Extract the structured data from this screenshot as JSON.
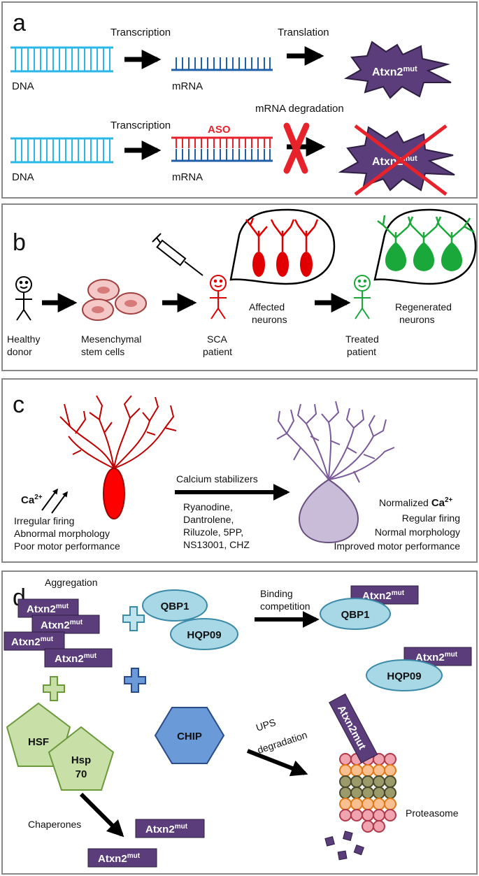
{
  "panel_a": {
    "letter": "a",
    "row1": {
      "step1": "Transcription",
      "step2": "Translation",
      "dna": "DNA",
      "mrna": "mRNA",
      "protein_main": "Atxn2",
      "protein_sup": "mut"
    },
    "row2": {
      "step1": "Transcription",
      "aso": "ASO",
      "degradation": "mRNA degradation",
      "dna": "DNA",
      "mrna": "mRNA",
      "protein_main": "Atxn2",
      "protein_sup": "mut"
    }
  },
  "panel_b": {
    "letter": "b",
    "healthy_donor_1": "Healthy",
    "healthy_donor_2": "donor",
    "msc_1": "Mesenchymal",
    "msc_2": "stem cells",
    "sca_1": "SCA",
    "sca_2": "patient",
    "affected_1": "Affected",
    "affected_2": "neurons",
    "treated_1": "Treated",
    "treated_2": "patient",
    "regen_1": "Regenerated",
    "regen_2": "neurons"
  },
  "panel_c": {
    "letter": "c",
    "ca_main": "Ca",
    "ca_sup": "2+",
    "left_lines": [
      "Irregular firing",
      "Abnormal morphology",
      "Poor motor performance"
    ],
    "arrow_label": "Calcium stabilizers",
    "drugs": [
      "Ryanodine,",
      "Dantrolene,",
      "Riluzole, 5PP,",
      "NS13001, CHZ"
    ],
    "right_normalized": "Normalized",
    "right_ca_main": "Ca",
    "right_ca_sup": "2+",
    "right_lines": [
      "Regular firing",
      "Normal morphology",
      "Improved motor performance"
    ]
  },
  "panel_d": {
    "letter": "d",
    "aggregation": "Aggregation",
    "protein_main": "Atxn2",
    "protein_sup": "mut",
    "qbp1": "QBP1",
    "hqp09": "HQP09",
    "binding_1": "Binding",
    "binding_2": "competition",
    "hsf": "HSF",
    "hsp_1": "Hsp",
    "hsp_2": "70",
    "chip": "CHIP",
    "ups_1": "UPS",
    "ups_2": "degradation",
    "chaperones": "Chaperones",
    "proteasome": "Proteasome",
    "proteasome_tag": "Atxn2mut"
  },
  "colors": {
    "dna": "#29b7e8",
    "mrna": "#1f5fa8",
    "aso": "#e8222a",
    "protein": "#5a3d7a",
    "red_neuron": "#e00000",
    "green_neuron": "#1aa83a",
    "purple_neuron": "#7a5a9a",
    "peptide": "#a8d8e6",
    "chaperone": "#c8dfa8",
    "chip": "#6a9ad8"
  }
}
